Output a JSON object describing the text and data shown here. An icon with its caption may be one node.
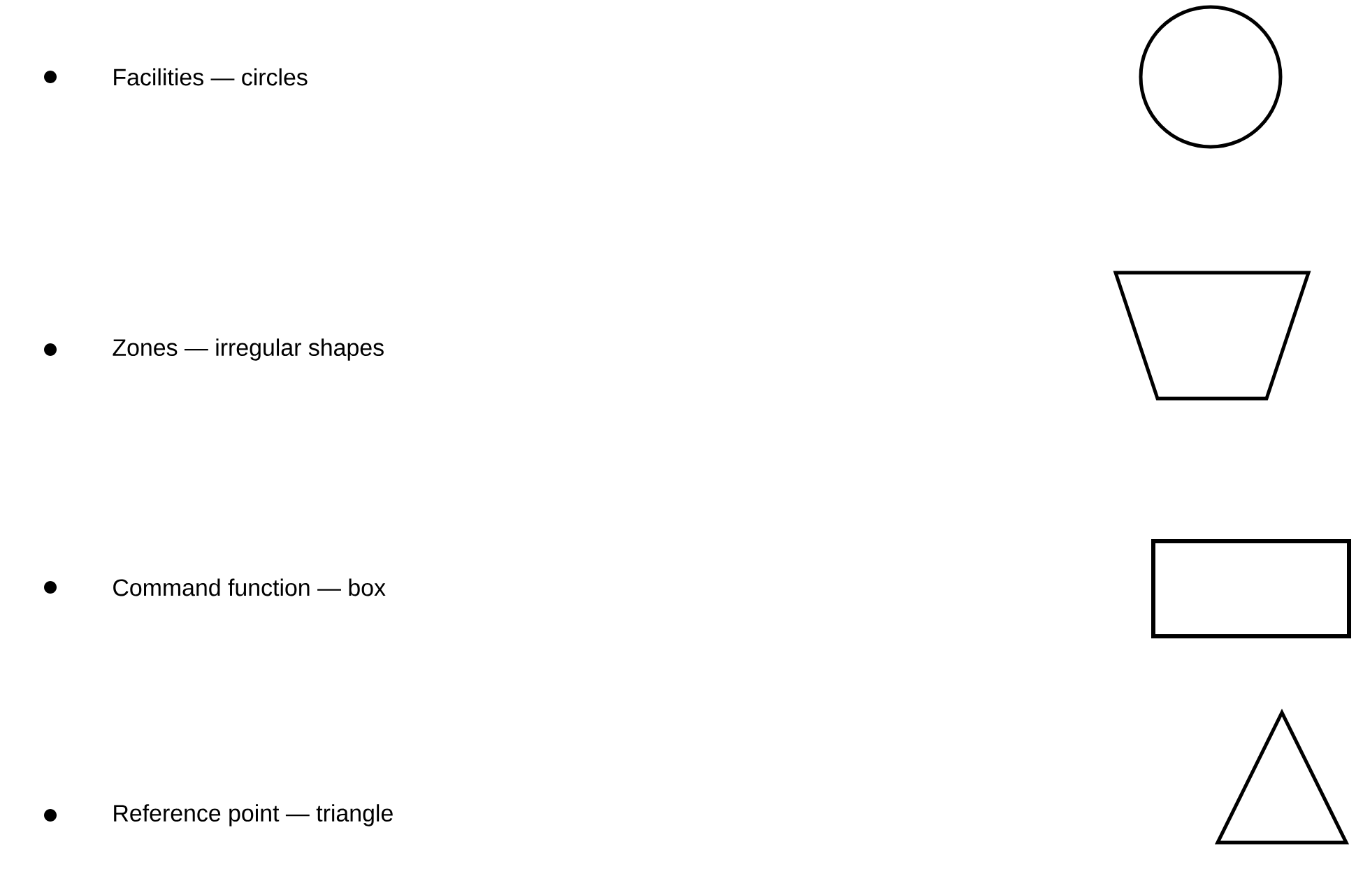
{
  "diagram": {
    "nodes": [
      {
        "text": [],
        "shape": "circle"
      },
      {
        "text": [],
        "shape": "trapezoid"
      },
      {
        "text": [],
        "shape": "box"
      },
      {
        "text": [],
        "shape": "triangle"
      }
    ],
    "legend": [
      {
        "text": "Facilities — circles"
      },
      {
        "text": "Zones — irregular shapes"
      },
      {
        "text": "Command function — box"
      },
      {
        "text": "Reference point — triangle"
      }
    ]
  }
}
